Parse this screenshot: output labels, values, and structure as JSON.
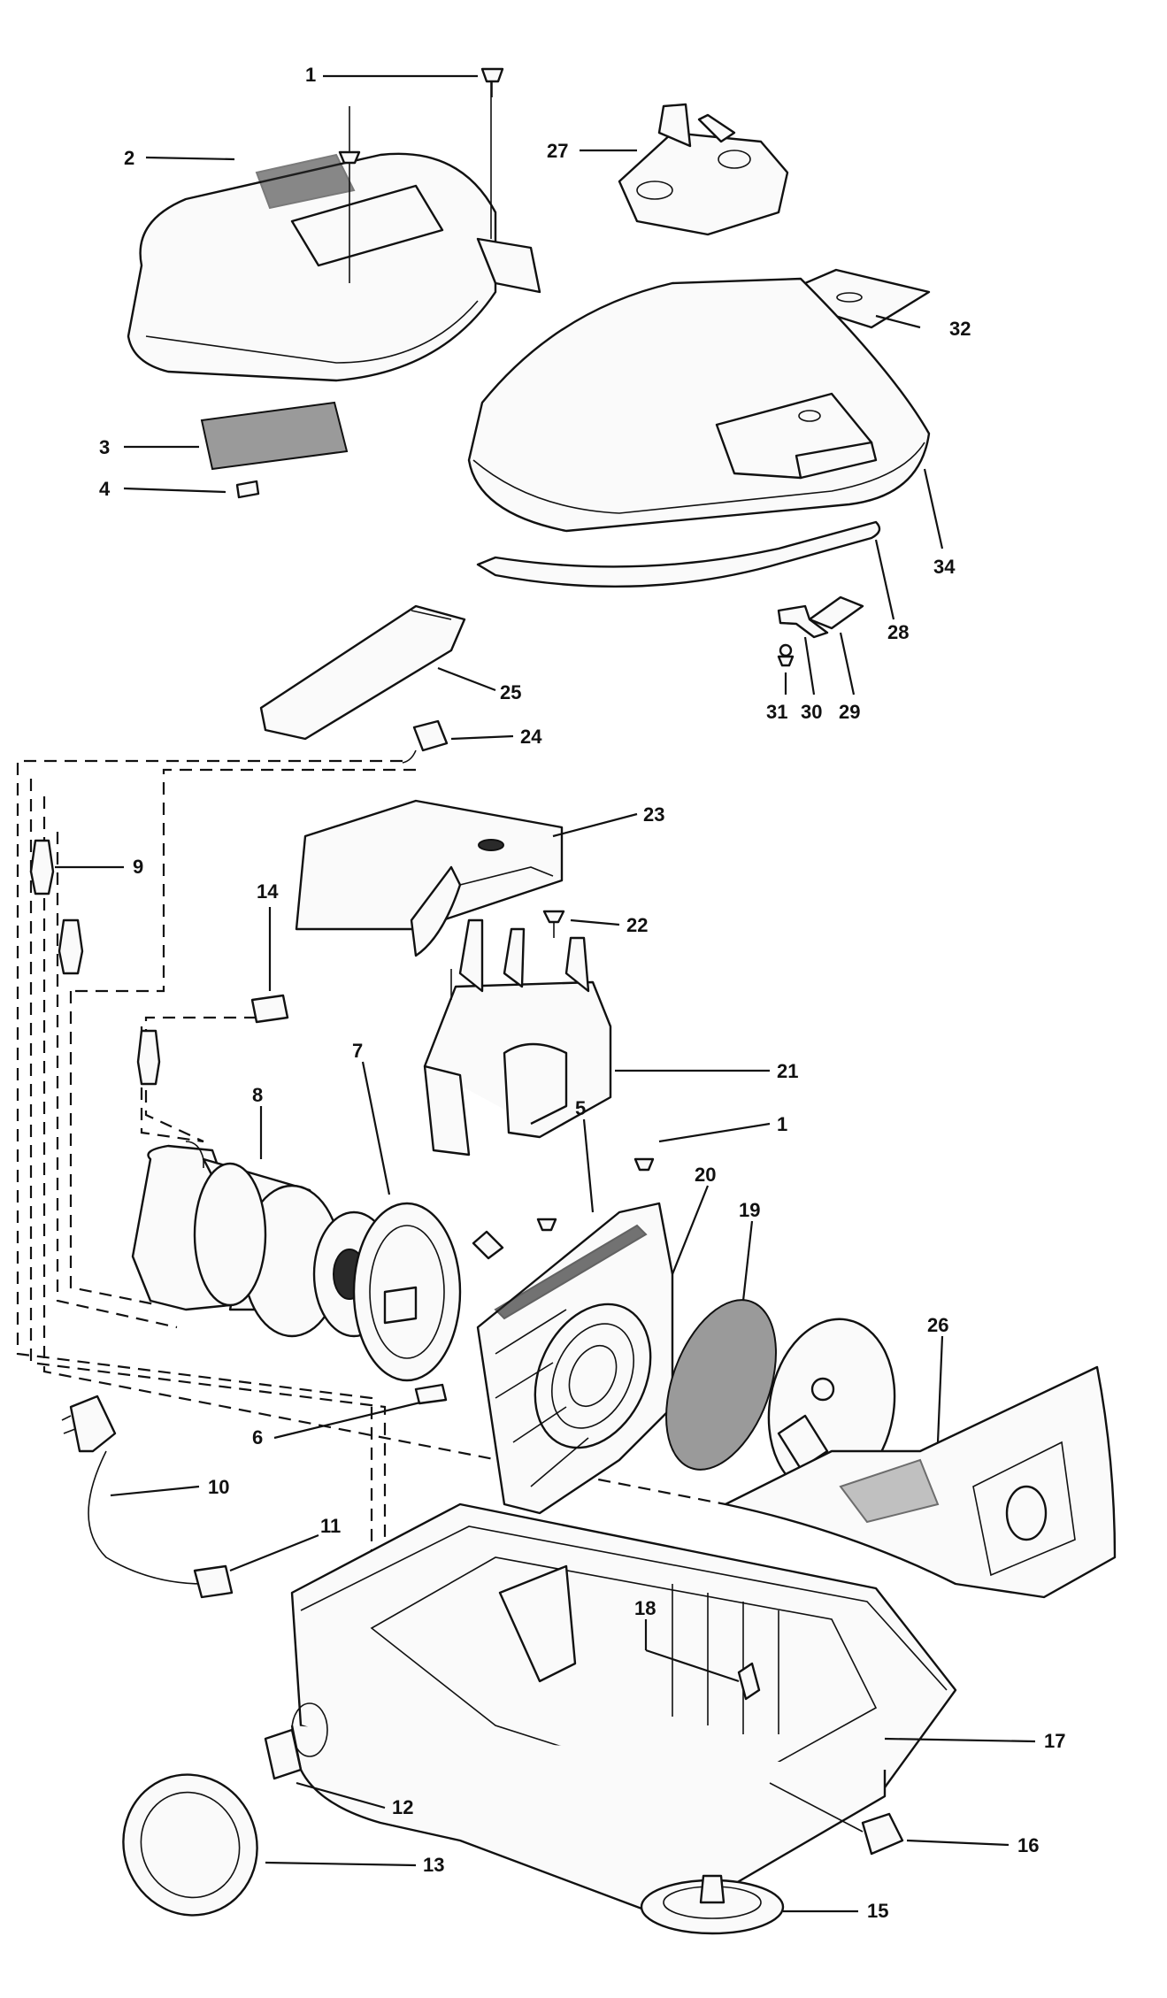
{
  "diagram": {
    "callouts": [
      "1",
      "2",
      "3",
      "4",
      "27",
      "32",
      "34",
      "28",
      "29",
      "30",
      "31",
      "25",
      "24",
      "23",
      "22",
      "9",
      "14",
      "21",
      "7",
      "8",
      "1",
      "5",
      "20",
      "19",
      "26",
      "6",
      "10",
      "11",
      "18",
      "17",
      "12",
      "13",
      "16",
      "15"
    ]
  }
}
